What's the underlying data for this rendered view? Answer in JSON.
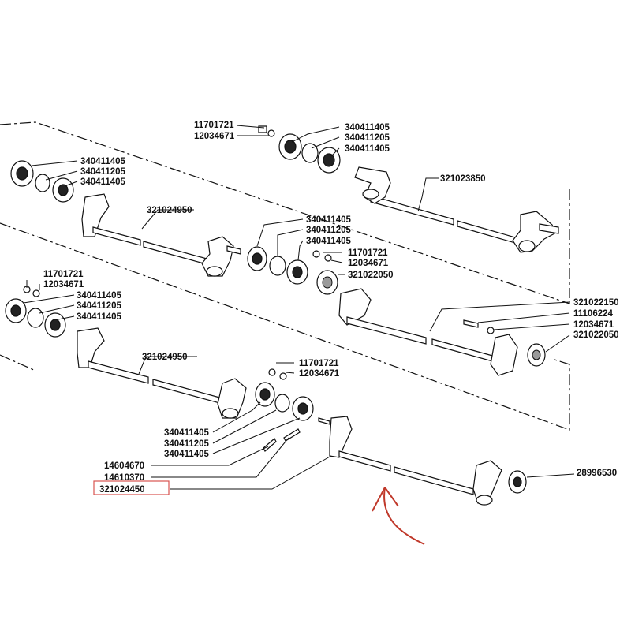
{
  "labels": {
    "g1_a": "11701721",
    "g1_b": "12034671",
    "g1_c": "340411405",
    "g1_d": "340411205",
    "g1_e": "340411405",
    "g1_shaft": "321023850",
    "g2_a": "340411405",
    "g2_b": "340411205",
    "g2_c": "340411405",
    "g2_shaft": "321024950",
    "g3_a": "340411405",
    "g3_b": "340411205",
    "g3_c": "340411405",
    "g3_d": "11701721",
    "g3_e": "12034671",
    "g3_f": "321022050",
    "g4_a": "321022150",
    "g4_b": "11106224",
    "g4_c": "12034671",
    "g4_d": "321022050",
    "g5_a": "11701721",
    "g5_b": "12034671",
    "g5_c": "340411405",
    "g5_d": "340411205",
    "g5_e": "340411405",
    "g5_shaft": "321024950",
    "g6_a": "11701721",
    "g6_b": "12034671",
    "g6_c": "340411405",
    "g6_d": "340411205",
    "g6_e": "340411405",
    "g6_f": "14604670",
    "g6_g": "14610370",
    "g6_h": "321024450",
    "g6_i": "28996530"
  },
  "colors": {
    "highlight_box": "#d9534f",
    "arrow": "#c0392b",
    "ink": "#111111"
  }
}
